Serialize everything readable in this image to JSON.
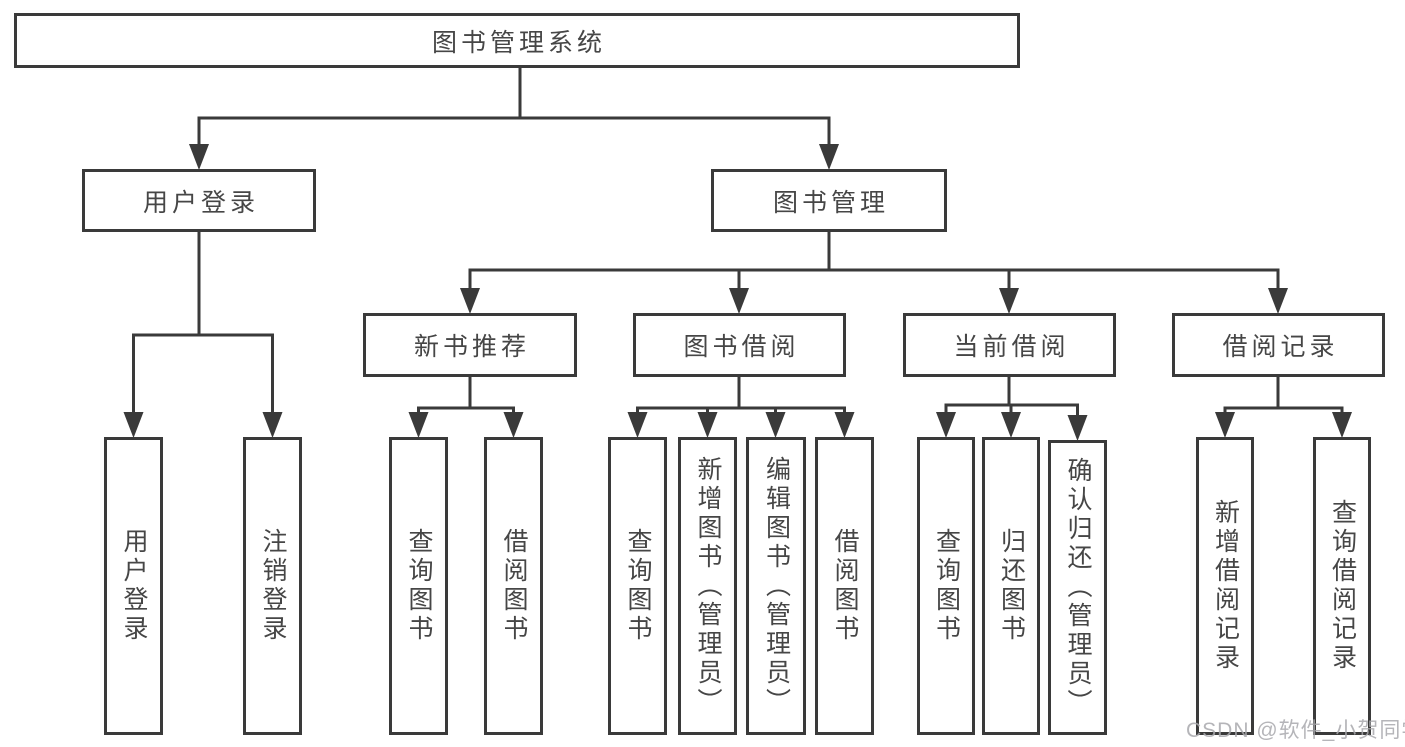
{
  "diagram": {
    "root": {
      "label": "图书管理系统"
    },
    "level2": [
      {
        "label": "用户登录"
      },
      {
        "label": "图书管理"
      }
    ],
    "level3": [
      {
        "label": "新书推荐"
      },
      {
        "label": "图书借阅"
      },
      {
        "label": "当前借阅"
      },
      {
        "label": "借阅记录"
      }
    ],
    "leaves": [
      {
        "label": "用户登录"
      },
      {
        "label": "注销登录"
      },
      {
        "label": "查询图书"
      },
      {
        "label": "借阅图书"
      },
      {
        "label": "查询图书"
      },
      {
        "label": "新增图书（管理员）"
      },
      {
        "label": "编辑图书（管理员）"
      },
      {
        "label": "借阅图书"
      },
      {
        "label": "查询图书"
      },
      {
        "label": "归还图书"
      },
      {
        "label": "确认归还（管理员）"
      },
      {
        "label": "新增借阅记录"
      },
      {
        "label": "查询借阅记录"
      }
    ]
  },
  "watermark": {
    "text": "CSDN @软件_小贺同学"
  },
  "colors": {
    "line": "#3a3a3a",
    "text": "#464646",
    "watermark": "#a9a9ad",
    "background": "#ffffff"
  }
}
